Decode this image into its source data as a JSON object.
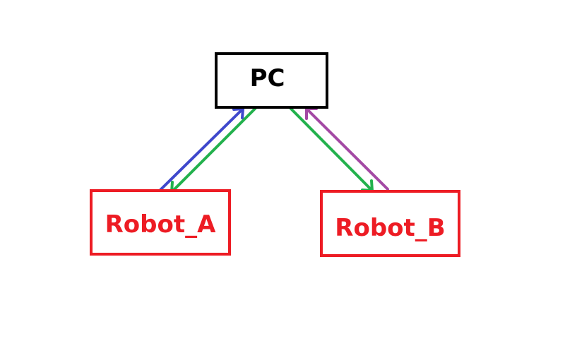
{
  "nodes": {
    "pc": {
      "label": "PC"
    },
    "robot_a": {
      "label": "Robot_A"
    },
    "robot_b": {
      "label": "Robot_B"
    }
  },
  "edges": [
    {
      "from": "Robot_A",
      "to": "PC",
      "color": "#3f48cc"
    },
    {
      "from": "PC",
      "to": "Robot_A",
      "color": "#22b14c"
    },
    {
      "from": "PC",
      "to": "Robot_B",
      "color": "#22b14c"
    },
    {
      "from": "Robot_B",
      "to": "PC",
      "color": "#a349a4"
    }
  ],
  "colors": {
    "pc_border": "#000000",
    "robot_border": "#ed1c24",
    "robot_text": "#ed1c24"
  }
}
